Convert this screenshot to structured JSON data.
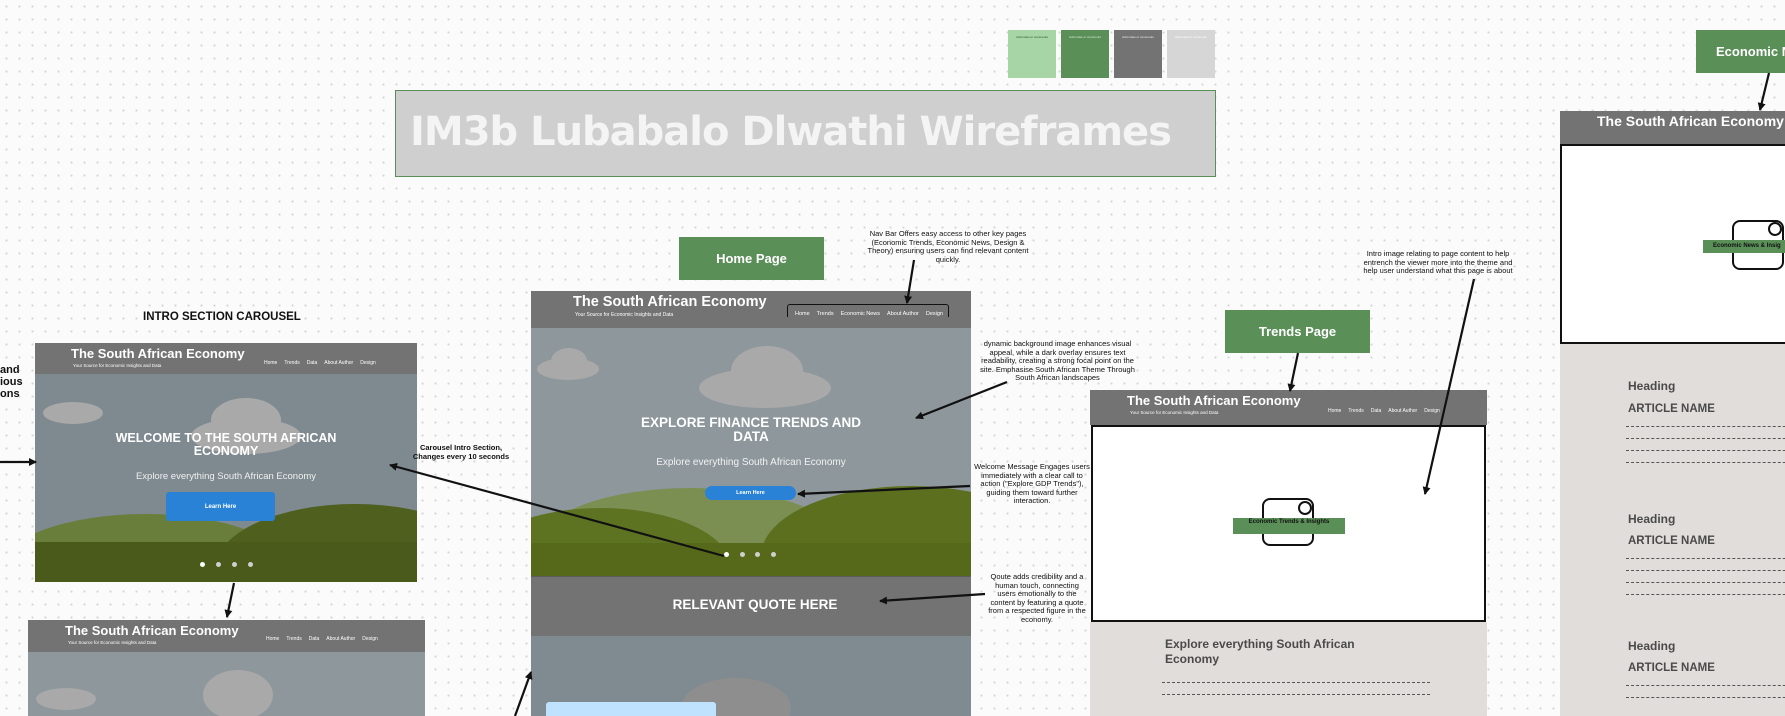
{
  "board_title": "IM3b Lubabalo Dlwathi Wireframes",
  "swatches": {
    "labels": [
      "Add notes or comments",
      "Add notes or comments",
      "Add notes or comments",
      "Add notes or comments"
    ],
    "colors": [
      "#a8d5a5",
      "#5a8f58",
      "#737373",
      "#d6d6d6"
    ]
  },
  "page_labels": {
    "home": "Home Page",
    "trends": "Trends Page",
    "news": "Economic N"
  },
  "section_label": "INTRO SECTION CAROUSEL",
  "site": {
    "title": "The South African Economy",
    "tagline": "Your Source for Economic Insights and Data",
    "nav": [
      "Home",
      "Trends",
      "Data",
      "Economic News",
      "About Author",
      "Design"
    ],
    "nav_short": [
      "Home",
      "Trends",
      "Data",
      "About Author",
      "Design"
    ]
  },
  "carousel": {
    "heading": "WELCOME TO THE SOUTH AFRICAN ECONOMY",
    "subtext": "Explore everything South African Economy",
    "button": "Learn Here"
  },
  "home": {
    "hero_heading": "EXPLORE FINANCE TRENDS AND DATA",
    "hero_subtext": "Explore everything South African Economy",
    "button": "Learn Here",
    "quote": "RELEVANT QUOTE HERE"
  },
  "trends": {
    "image_label": "Economic Trends & Insights",
    "intro": "Explore everything South African Economy"
  },
  "news": {
    "image_label": "Economic News & Insig",
    "articles": [
      {
        "heading": "Heading",
        "name": "ARTICLE NAME"
      },
      {
        "heading": "Heading",
        "name": "ARTICLE NAME"
      },
      {
        "heading": "Heading",
        "name": "ARTICLE NAME"
      }
    ]
  },
  "annotations": {
    "left_cut": "and\nious\nons",
    "carousel_note": "Carousel Intro Section, Changes every 10 seconds",
    "navbar_note": "Nav Bar Offers easy access to other key pages (Economic Trends, Economic News, Design & Theory) ensuring users can find relevant content quickly.",
    "background_note": "dynamic background image enhances visual appeal, while a dark overlay ensures text readability, creating a strong focal point on the site. Emphasise South African Theme Through South African landscapes",
    "welcome_note": "Welcome Message Engages users immediately with a clear call to action (\"Explore GDP Trends\"), guiding them toward further interaction.",
    "quote_note": "Qoute adds credibility and a human touch, connecting users emotionally to the content by featuring a quote from a respected figure in the economy.",
    "intro_image_note": "Intro image relating to page content to help entrench the viewer more into the theme and help user understand what this page is about"
  }
}
